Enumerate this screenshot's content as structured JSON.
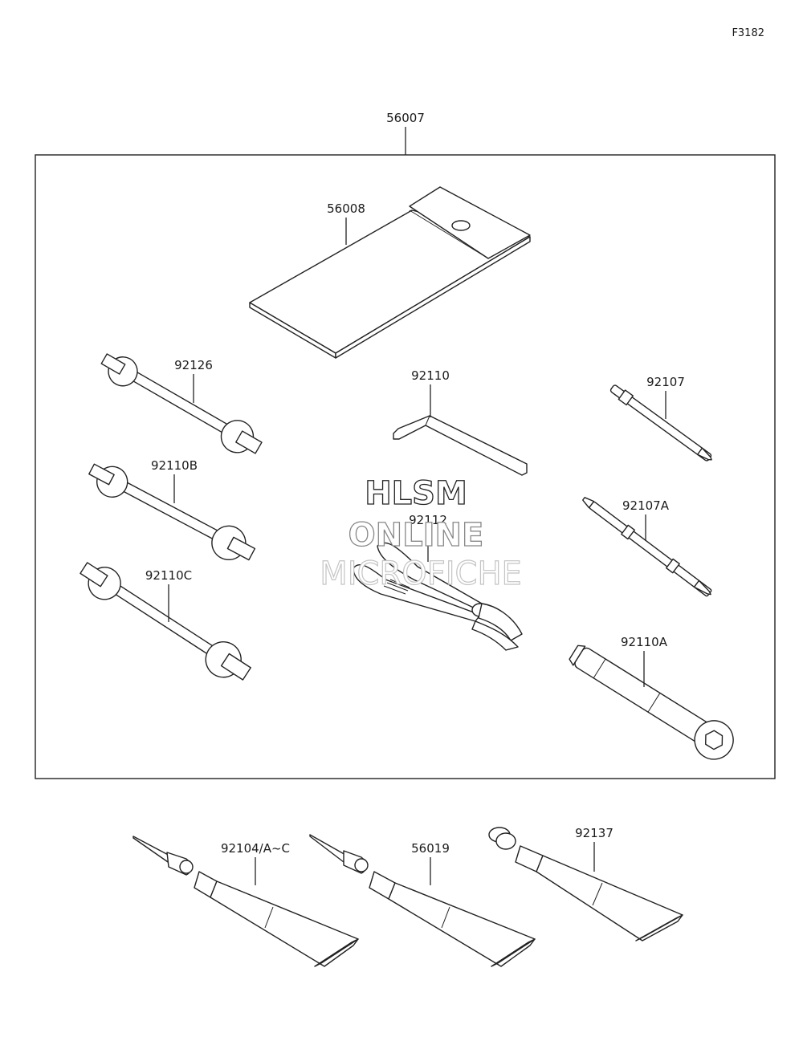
{
  "ref_code": "F3182",
  "kit": {
    "label": "56007"
  },
  "parts": {
    "case": "56008",
    "wrench_a": "92126",
    "wrench_b": "92110B",
    "wrench_c": "92110C",
    "hex_key": "92110",
    "driver": "92107",
    "driver_a": "92107A",
    "pliers": "92112",
    "box_wrench": "92110A",
    "tube_kit_1": "92104/A~C",
    "tube_kit_2": "56019",
    "tube_kit_3": "92137"
  },
  "watermark": {
    "line1": "HLSM",
    "line2": "ONLINE",
    "line3": "MICROFICHE"
  },
  "colors": {
    "line": "#222222",
    "background": "#ffffff"
  }
}
